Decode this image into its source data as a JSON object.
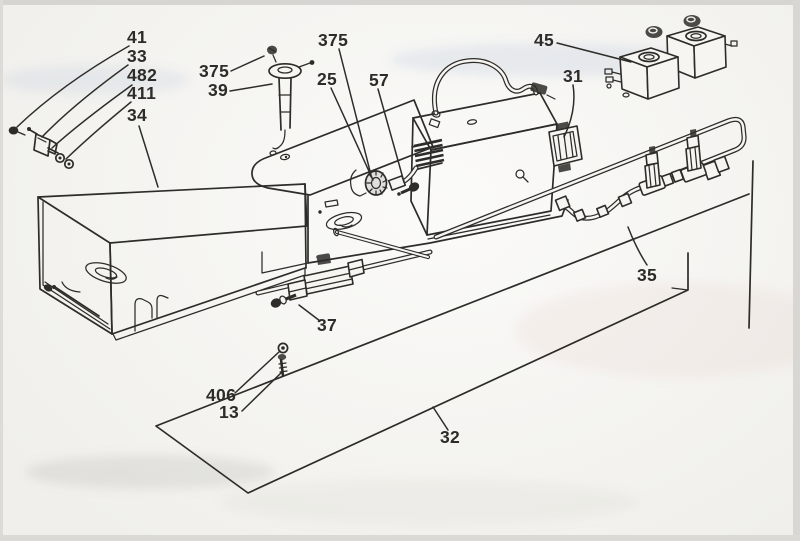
{
  "diagram": {
    "paper_color": "#f6f5f1",
    "ink_color": "#2e2c28",
    "edge_band_color": "#d8d6d2",
    "callouts": [
      {
        "label": "41"
      },
      {
        "label": "33"
      },
      {
        "label": "482"
      },
      {
        "label": "411"
      },
      {
        "label": "34"
      },
      {
        "label": "375"
      },
      {
        "label": "39"
      },
      {
        "label": "375"
      },
      {
        "label": "25"
      },
      {
        "label": "57"
      },
      {
        "label": "45"
      },
      {
        "label": "31"
      },
      {
        "label": "35"
      },
      {
        "label": "37"
      },
      {
        "label": "406"
      },
      {
        "label": "13"
      },
      {
        "label": "32"
      }
    ]
  }
}
